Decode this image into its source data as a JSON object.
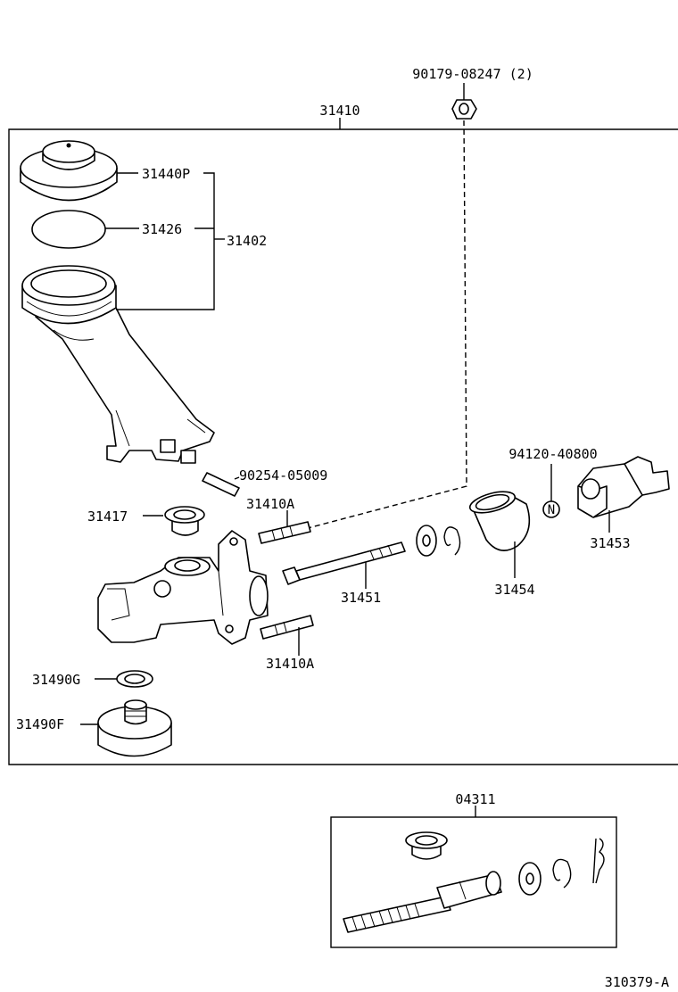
{
  "labels": {
    "nut": "90179-08247 (2)",
    "assembly": "31410",
    "reservoir_cap": "31440P",
    "diaphragm": "31426",
    "reservoir_set": "31402",
    "pin": "90254-05009",
    "stud_top": "31410A",
    "grommet": "31417",
    "bolt": "31451",
    "stud_bottom": "31410A",
    "gasket": "31490G",
    "plug": "31490F",
    "clevis_nut": "94120-40800",
    "boot": "31454",
    "switch": "31453",
    "kit": "04311",
    "drawing_no": "310379-A"
  },
  "circle_mark": "N",
  "colors": {
    "ink": "#000000",
    "paper": "#ffffff"
  }
}
